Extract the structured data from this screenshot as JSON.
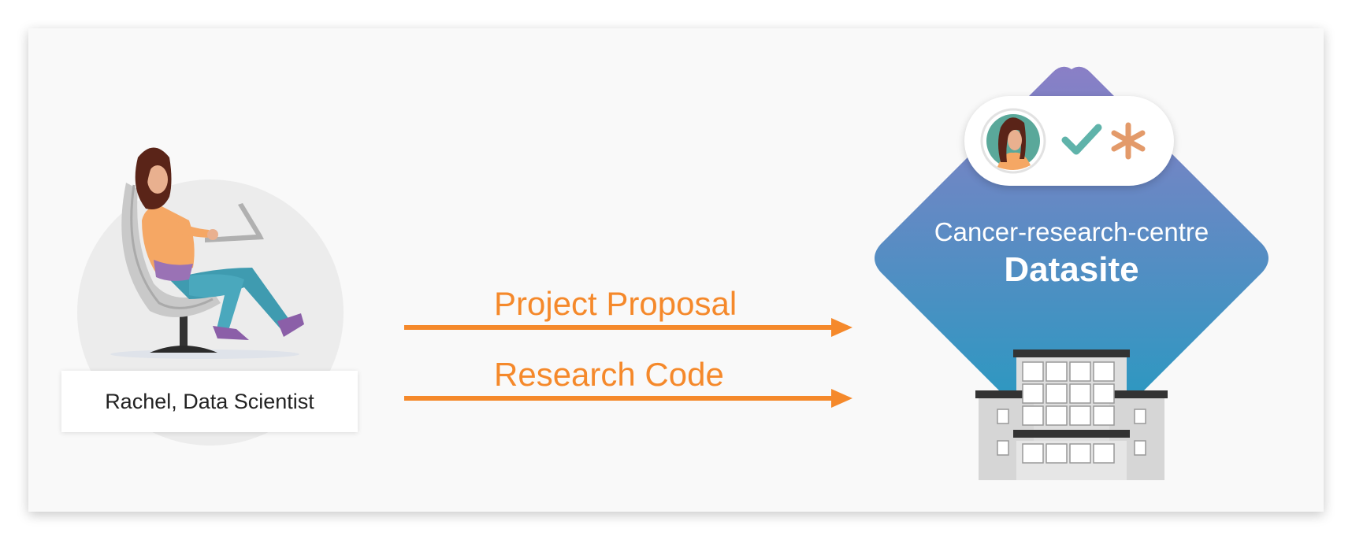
{
  "person": {
    "caption": "Rachel, Data Scientist"
  },
  "arrows": [
    {
      "label": "Project Proposal"
    },
    {
      "label": "Research Code"
    }
  ],
  "datasite": {
    "name": "Cancer-research-centre",
    "title": "Datasite"
  },
  "colors": {
    "arrow": "#f5892b",
    "diamond_top": "#8a7fc6",
    "diamond_bottom": "#1e9cc0",
    "check": "#5fb3aa",
    "asterisk": "#e39a6a"
  },
  "icons": [
    "person-illustration",
    "avatar-icon",
    "check-icon",
    "asterisk-icon",
    "building-icon"
  ]
}
